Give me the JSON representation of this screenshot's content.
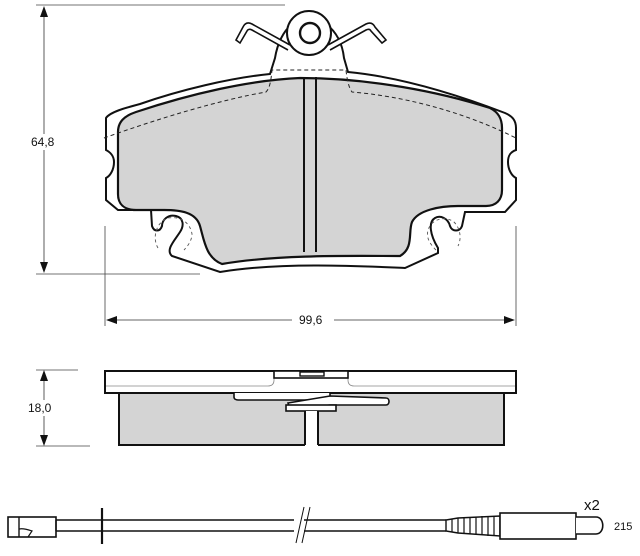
{
  "drawing": {
    "subject": "brake pad technical drawing",
    "colors": {
      "line": "#111111",
      "friction_fill": "#d4d4d4",
      "background": "#ffffff",
      "dim_line": "#333333"
    }
  },
  "dimensions": {
    "height": {
      "label": "64,8"
    },
    "width": {
      "label": "99,6"
    },
    "thickness": {
      "label": "18,0"
    }
  },
  "wear_sensor": {
    "quantity_label": "x2",
    "length_label": "215"
  }
}
